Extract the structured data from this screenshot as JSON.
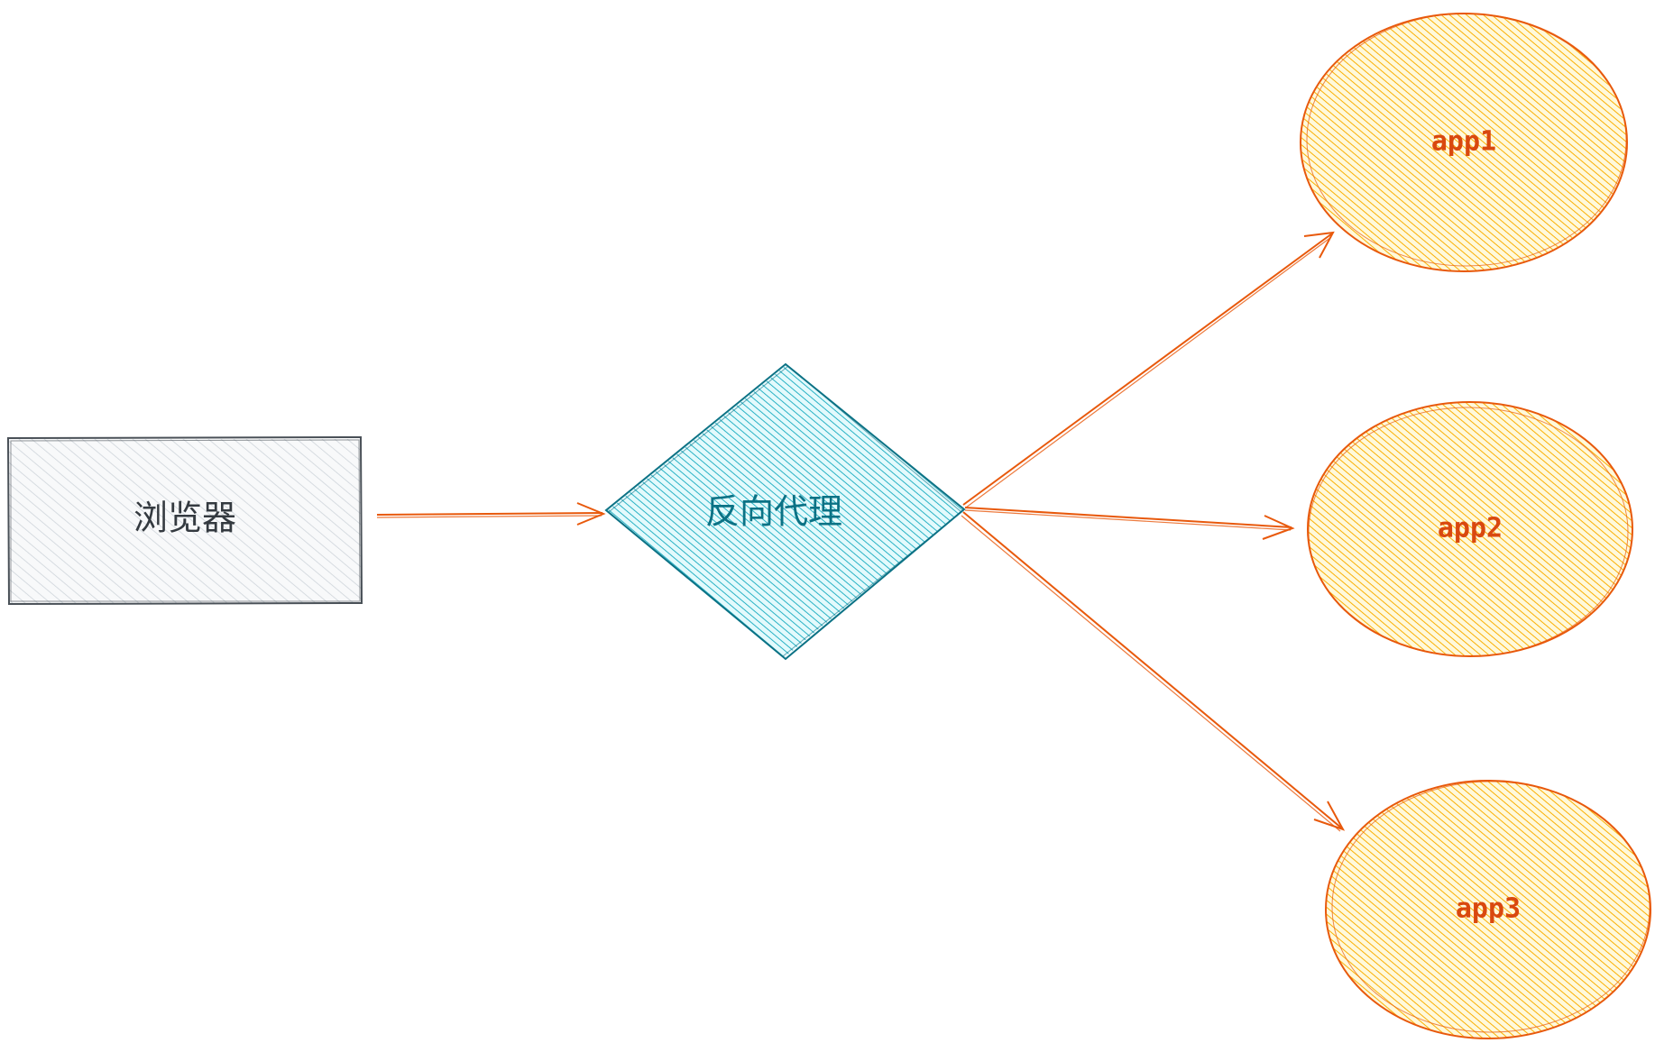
{
  "diagram": {
    "browser": {
      "label": "浏览器",
      "fill": "#eceef0",
      "stroke": "#495057",
      "text_color": "#343a40"
    },
    "proxy": {
      "label": "反向代理",
      "fill": "#15aabf",
      "stroke": "#0b7285",
      "text_color": "#0b7285"
    },
    "apps": [
      {
        "label": "app1"
      },
      {
        "label": "app2"
      },
      {
        "label": "app3"
      }
    ],
    "app_style": {
      "fill": "#fab005",
      "stroke": "#e8590c",
      "text_color": "#d9480f"
    },
    "edge_color": "#e8590c",
    "edges": [
      {
        "from": "browser",
        "to": "proxy"
      },
      {
        "from": "proxy",
        "to": "app1"
      },
      {
        "from": "proxy",
        "to": "app2"
      },
      {
        "from": "proxy",
        "to": "app3"
      }
    ]
  }
}
